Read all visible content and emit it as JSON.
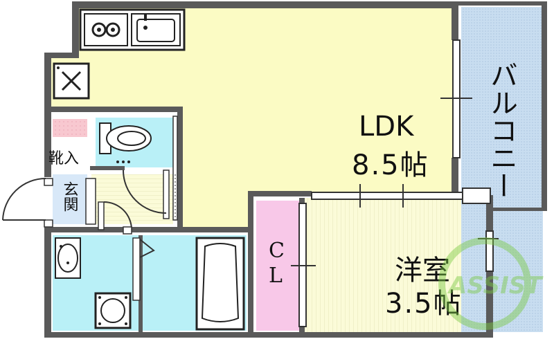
{
  "rooms": {
    "ldk": {
      "name": "LDK",
      "size": "8.5帖"
    },
    "western_room": {
      "name": "洋室",
      "size": "3.5帖"
    },
    "closet": {
      "top": "C",
      "bottom": "L"
    },
    "balcony": {
      "name": "バルコニー"
    },
    "shoe_box": {
      "name": "靴入"
    },
    "entrance": {
      "name": "玄関"
    }
  },
  "watermark": {
    "text": "ASSIST"
  },
  "colors": {
    "ldk": "#fbfbc4",
    "western_room": "#fbfbd8",
    "water_area": "#b9f0f7",
    "closet": "#f8c8e8",
    "balcony": "#c8ddf0",
    "entrance": "#d8e8f8",
    "shoe_box": "#f8c8d0",
    "wall": "#5a5a5a",
    "watermark": "#7ac943"
  }
}
